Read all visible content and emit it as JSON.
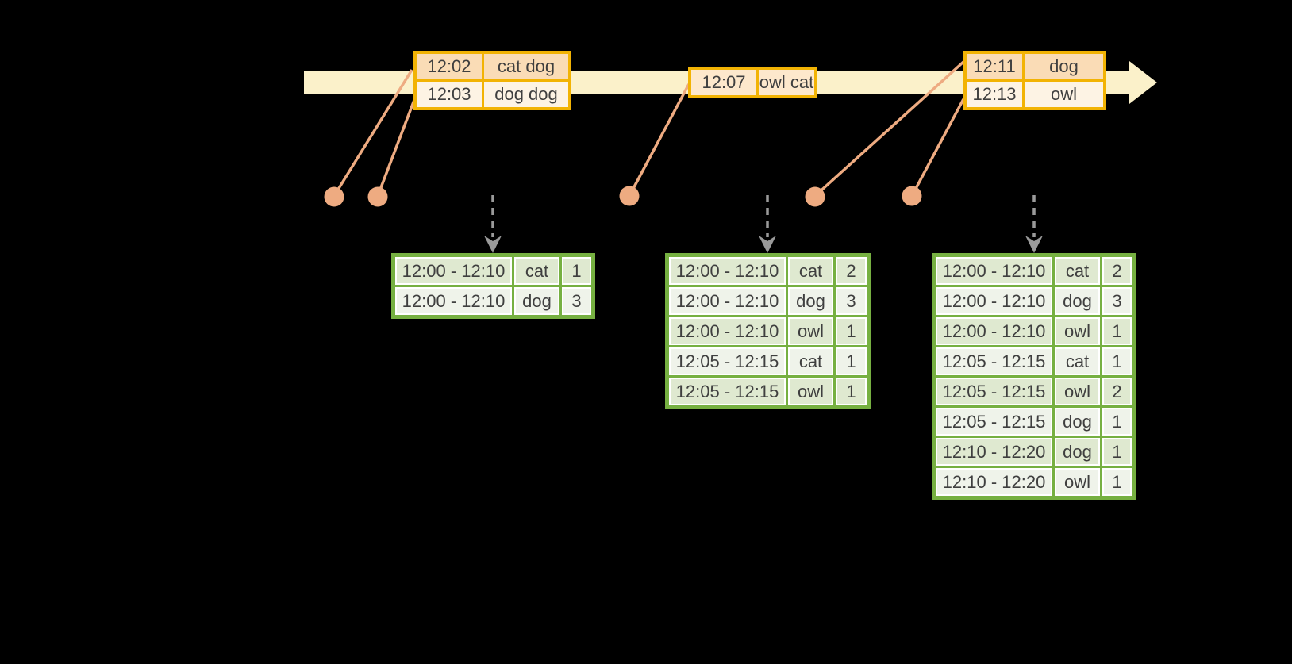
{
  "event_tables": [
    {
      "name": "event-batch-1",
      "rows": [
        {
          "time": "12:02",
          "words": "cat dog"
        },
        {
          "time": "12:03",
          "words": "dog dog"
        }
      ]
    },
    {
      "name": "event-batch-2",
      "rows": [
        {
          "time": "12:07",
          "words": "owl cat"
        }
      ]
    },
    {
      "name": "event-batch-3",
      "rows": [
        {
          "time": "12:11",
          "words": "dog"
        },
        {
          "time": "12:13",
          "words": "owl"
        }
      ]
    }
  ],
  "result_tables": [
    {
      "name": "result-table-1",
      "rows": [
        {
          "window": "12:00 - 12:10",
          "word": "cat",
          "count": "1"
        },
        {
          "window": "12:00 - 12:10",
          "word": "dog",
          "count": "3"
        }
      ]
    },
    {
      "name": "result-table-2",
      "rows": [
        {
          "window": "12:00 - 12:10",
          "word": "cat",
          "count": "2"
        },
        {
          "window": "12:00 - 12:10",
          "word": "dog",
          "count": "3"
        },
        {
          "window": "12:00 - 12:10",
          "word": "owl",
          "count": "1"
        },
        {
          "window": "12:05 - 12:15",
          "word": "cat",
          "count": "1"
        },
        {
          "window": "12:05 - 12:15",
          "word": "owl",
          "count": "1"
        }
      ]
    },
    {
      "name": "result-table-3",
      "rows": [
        {
          "window": "12:00 - 12:10",
          "word": "cat",
          "count": "2"
        },
        {
          "window": "12:00 - 12:10",
          "word": "dog",
          "count": "3"
        },
        {
          "window": "12:00 - 12:10",
          "word": "owl",
          "count": "1"
        },
        {
          "window": "12:05 - 12:15",
          "word": "cat",
          "count": "1"
        },
        {
          "window": "12:05 - 12:15",
          "word": "owl",
          "count": "2"
        },
        {
          "window": "12:05 - 12:15",
          "word": "dog",
          "count": "1"
        },
        {
          "window": "12:10 - 12:20",
          "word": "dog",
          "count": "1"
        },
        {
          "window": "12:10 - 12:20",
          "word": "owl",
          "count": "1"
        }
      ]
    }
  ],
  "colors": {
    "background": "#000000",
    "timeline_fill": "#FBF1CA",
    "event_border": "#F2B304",
    "event_row_dark": "#FADCB6",
    "event_row_light": "#FDF3E4",
    "event_row_mid": "#FDE8CC",
    "result_border": "#76B041",
    "result_row_dark": "#DFE9D0",
    "result_row_light": "#EFF3EA",
    "connector": "#EEAB81",
    "dashed_arrow": "#9A9A9A",
    "text": "#3F3F3F"
  }
}
